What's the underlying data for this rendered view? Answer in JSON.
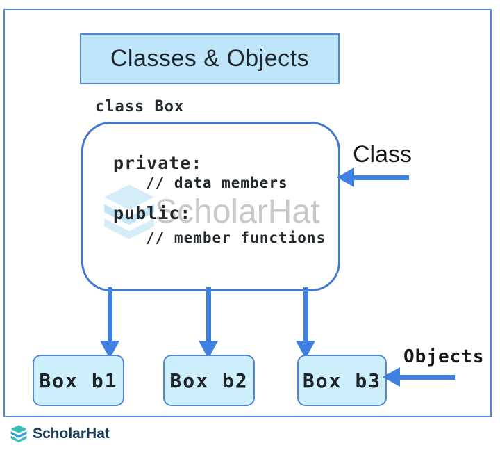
{
  "header": {
    "title": "Classes & Objects"
  },
  "class_box": {
    "label": "class Box",
    "annotation": "Class",
    "private_label": "private:",
    "private_comment": "// data members",
    "public_label": "public:",
    "public_comment": "// member functions"
  },
  "objects": {
    "annotation": "Objects",
    "boxes": [
      {
        "label": "Box b1"
      },
      {
        "label": "Box b2"
      },
      {
        "label": "Box b3"
      }
    ]
  },
  "watermark": {
    "text": "ScholarHat",
    "icon": "scholarhat-stack-icon"
  },
  "footer": {
    "brand": "ScholarHat",
    "icon": "scholarhat-stack-icon"
  },
  "colors": {
    "frame_blue": "#4f86d6",
    "class_box_border": "#4379d0",
    "arrow_blue": "#4080e0",
    "title_fill": "#bee5f9",
    "object_fill": "#cdeefb",
    "text_dark": "#22272c",
    "watermark_gray": "#c9c9c9",
    "brand_navy": "#17395c",
    "brand_teal": "#35c1b1",
    "brand_blue": "#2e9ce6"
  }
}
